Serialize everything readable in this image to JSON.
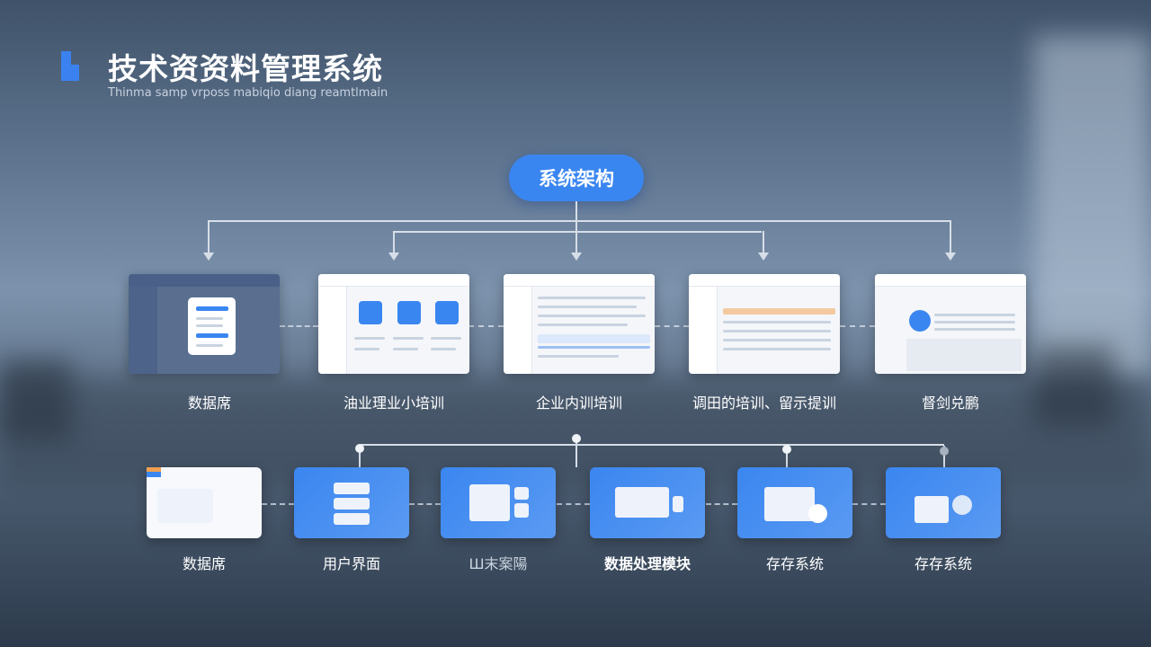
{
  "header": {
    "title": "技术资资料管理系统",
    "subtitle": "Thinma samp vrposs mabiqio diang reamtlmain"
  },
  "root": {
    "label": "系统架构"
  },
  "top_modules": [
    {
      "label": "数据席"
    },
    {
      "label": "油业理业小培训"
    },
    {
      "label": "企业内训培训"
    },
    {
      "label": "调田的培训、留示提训"
    },
    {
      "label": "督剑兑鹏"
    }
  ],
  "bottom_modules": [
    {
      "label": "数据席"
    },
    {
      "label": "用户界面"
    },
    {
      "label": "Ш末案陽"
    },
    {
      "label": "数据处理模块"
    },
    {
      "label": "存存系统"
    },
    {
      "label": "存存系统"
    }
  ],
  "colors": {
    "accent": "#3a86f0",
    "text": "#ffffff"
  }
}
